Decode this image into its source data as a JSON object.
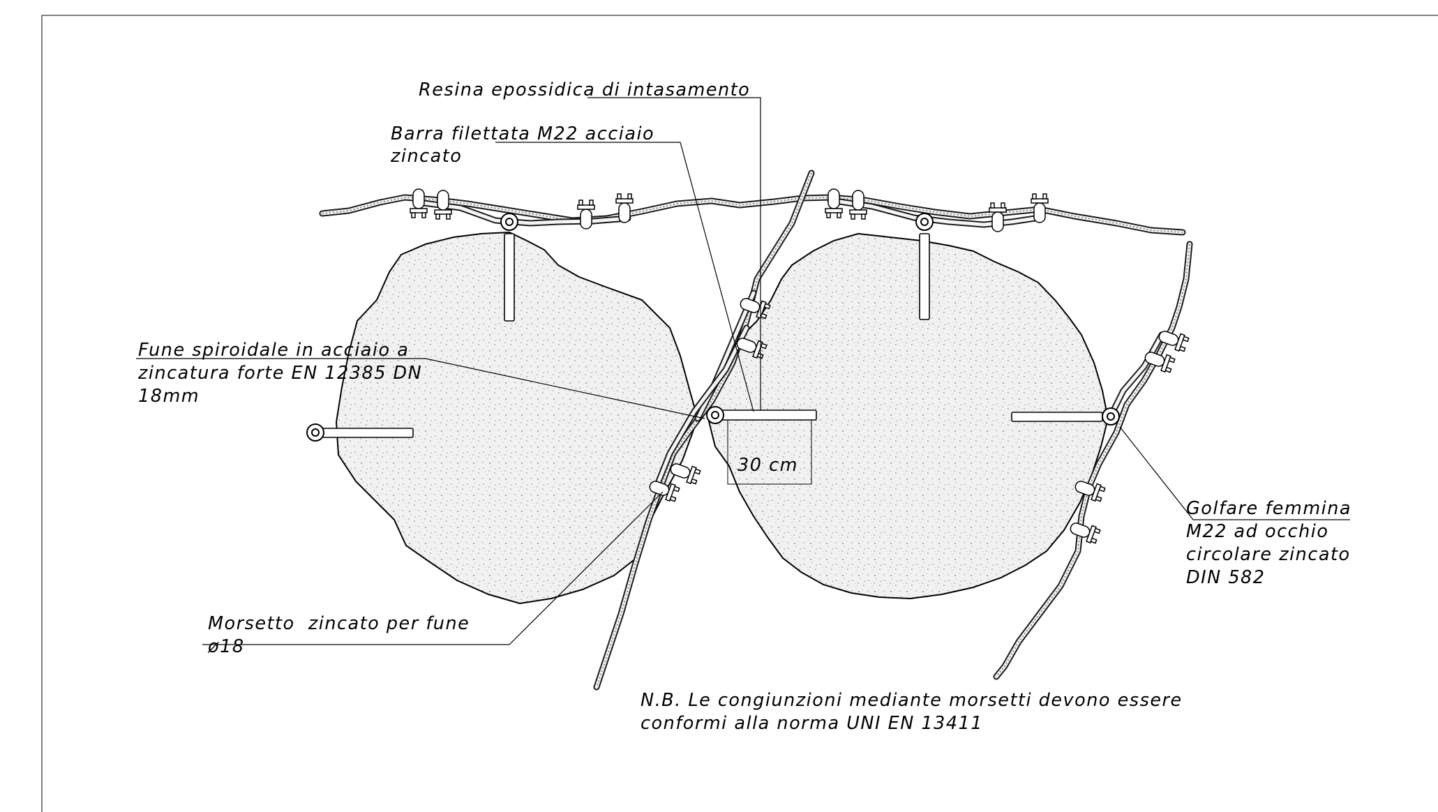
{
  "labels": {
    "resin": "Resina epossidica di intasamento",
    "bar_line1": "Barra filettata M22 acciaio",
    "bar_line2": "zincato",
    "rope_line1": "Fune spiroidale in acciaio a",
    "rope_line2": "zincatura forte EN 12385 DN",
    "rope_line3": "18mm",
    "eyebolt_line1": "Golfare femmina",
    "eyebolt_line2": "M22 ad occhio",
    "eyebolt_line3": "circolare zincato",
    "eyebolt_line4": "DIN 582",
    "clamp_line1": "Morsetto  zincato per fune",
    "clamp_line2": "ø18",
    "dimension": "30 cm",
    "note_line1": "N.B. Le congiunzioni mediante morsetti devono essere",
    "note_line2": "conformi alla norma UNI EN 13411"
  },
  "colors": {
    "ink": "#000000",
    "rock_fill": "#ececec",
    "paper": "#ffffff"
  }
}
